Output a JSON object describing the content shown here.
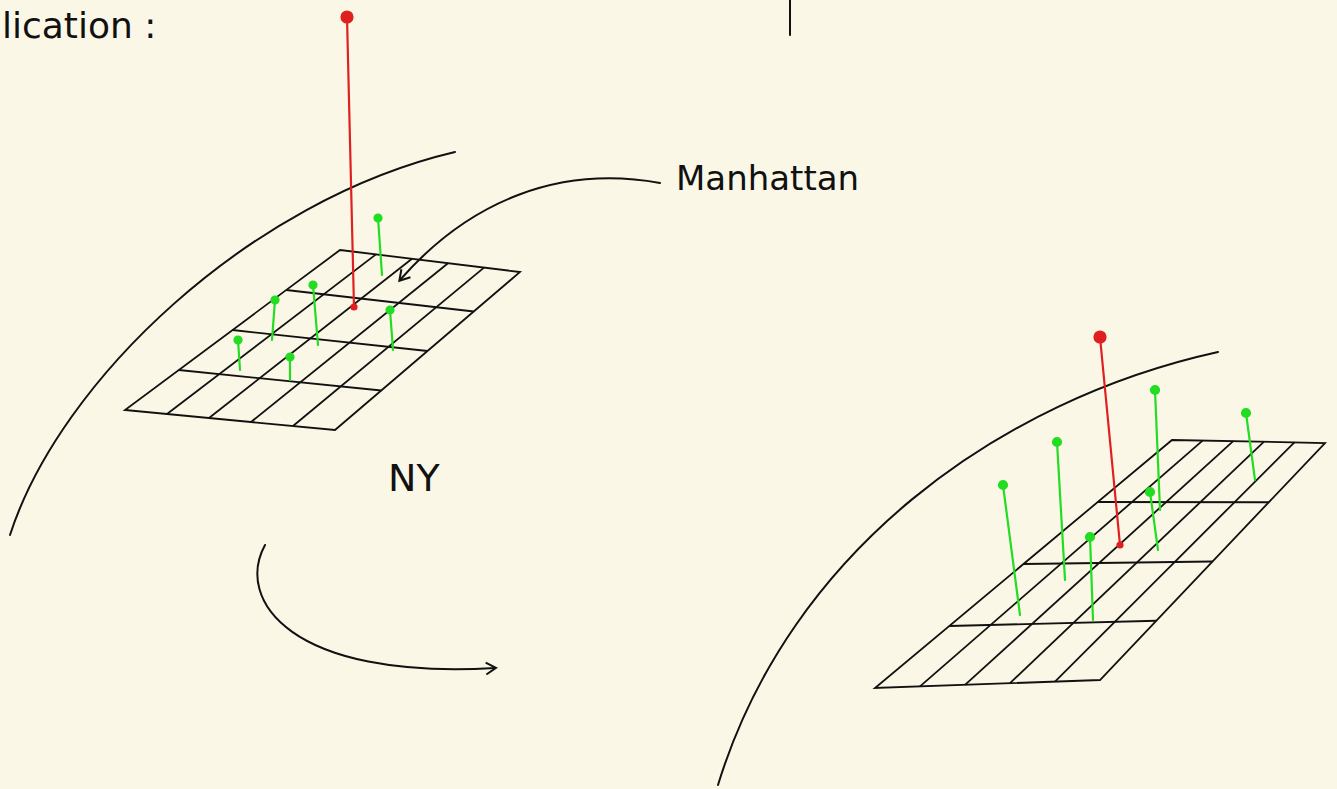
{
  "diagram": {
    "labels": [
      "lication :",
      "Manhattan",
      "NY"
    ]
  }
}
